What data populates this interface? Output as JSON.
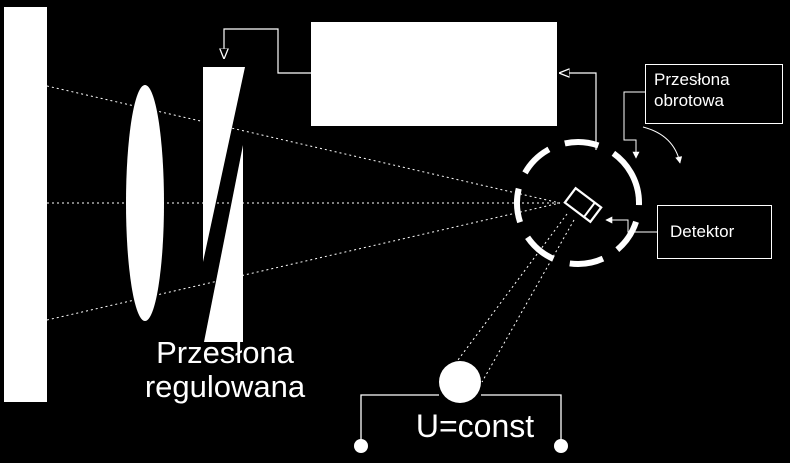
{
  "labels": {
    "rotating_shutter": [
      "Przesłona",
      "obrotowa"
    ],
    "detector": "Detektor",
    "adjustable_shutter": [
      "Przesłona",
      "regulowana"
    ],
    "voltage": "U=const"
  },
  "colors": {
    "background": "#000000",
    "foreground": "#ffffff"
  }
}
